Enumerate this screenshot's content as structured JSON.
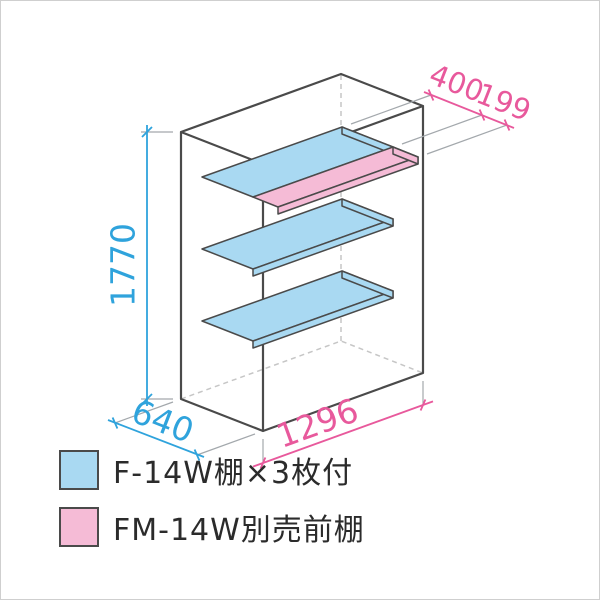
{
  "diagram": {
    "dimensions": {
      "height_mm": "1770",
      "depth_mm": "640",
      "width_mm": "1296",
      "shelf_depth_mm": "400",
      "front_shelf_depth_mm": "199"
    },
    "legend": [
      {
        "color_key": "blue",
        "label": "F-14W棚×3枚付"
      },
      {
        "color_key": "pink",
        "label": "FM-14W別売前棚"
      }
    ],
    "colors": {
      "blue_accent": "#2FA3DC",
      "pink_accent": "#E8599C",
      "shelf_blue_fill": "#A9D9F2",
      "shelf_pink_fill": "#F5BBD6",
      "outline": "#4A4A4A"
    }
  }
}
